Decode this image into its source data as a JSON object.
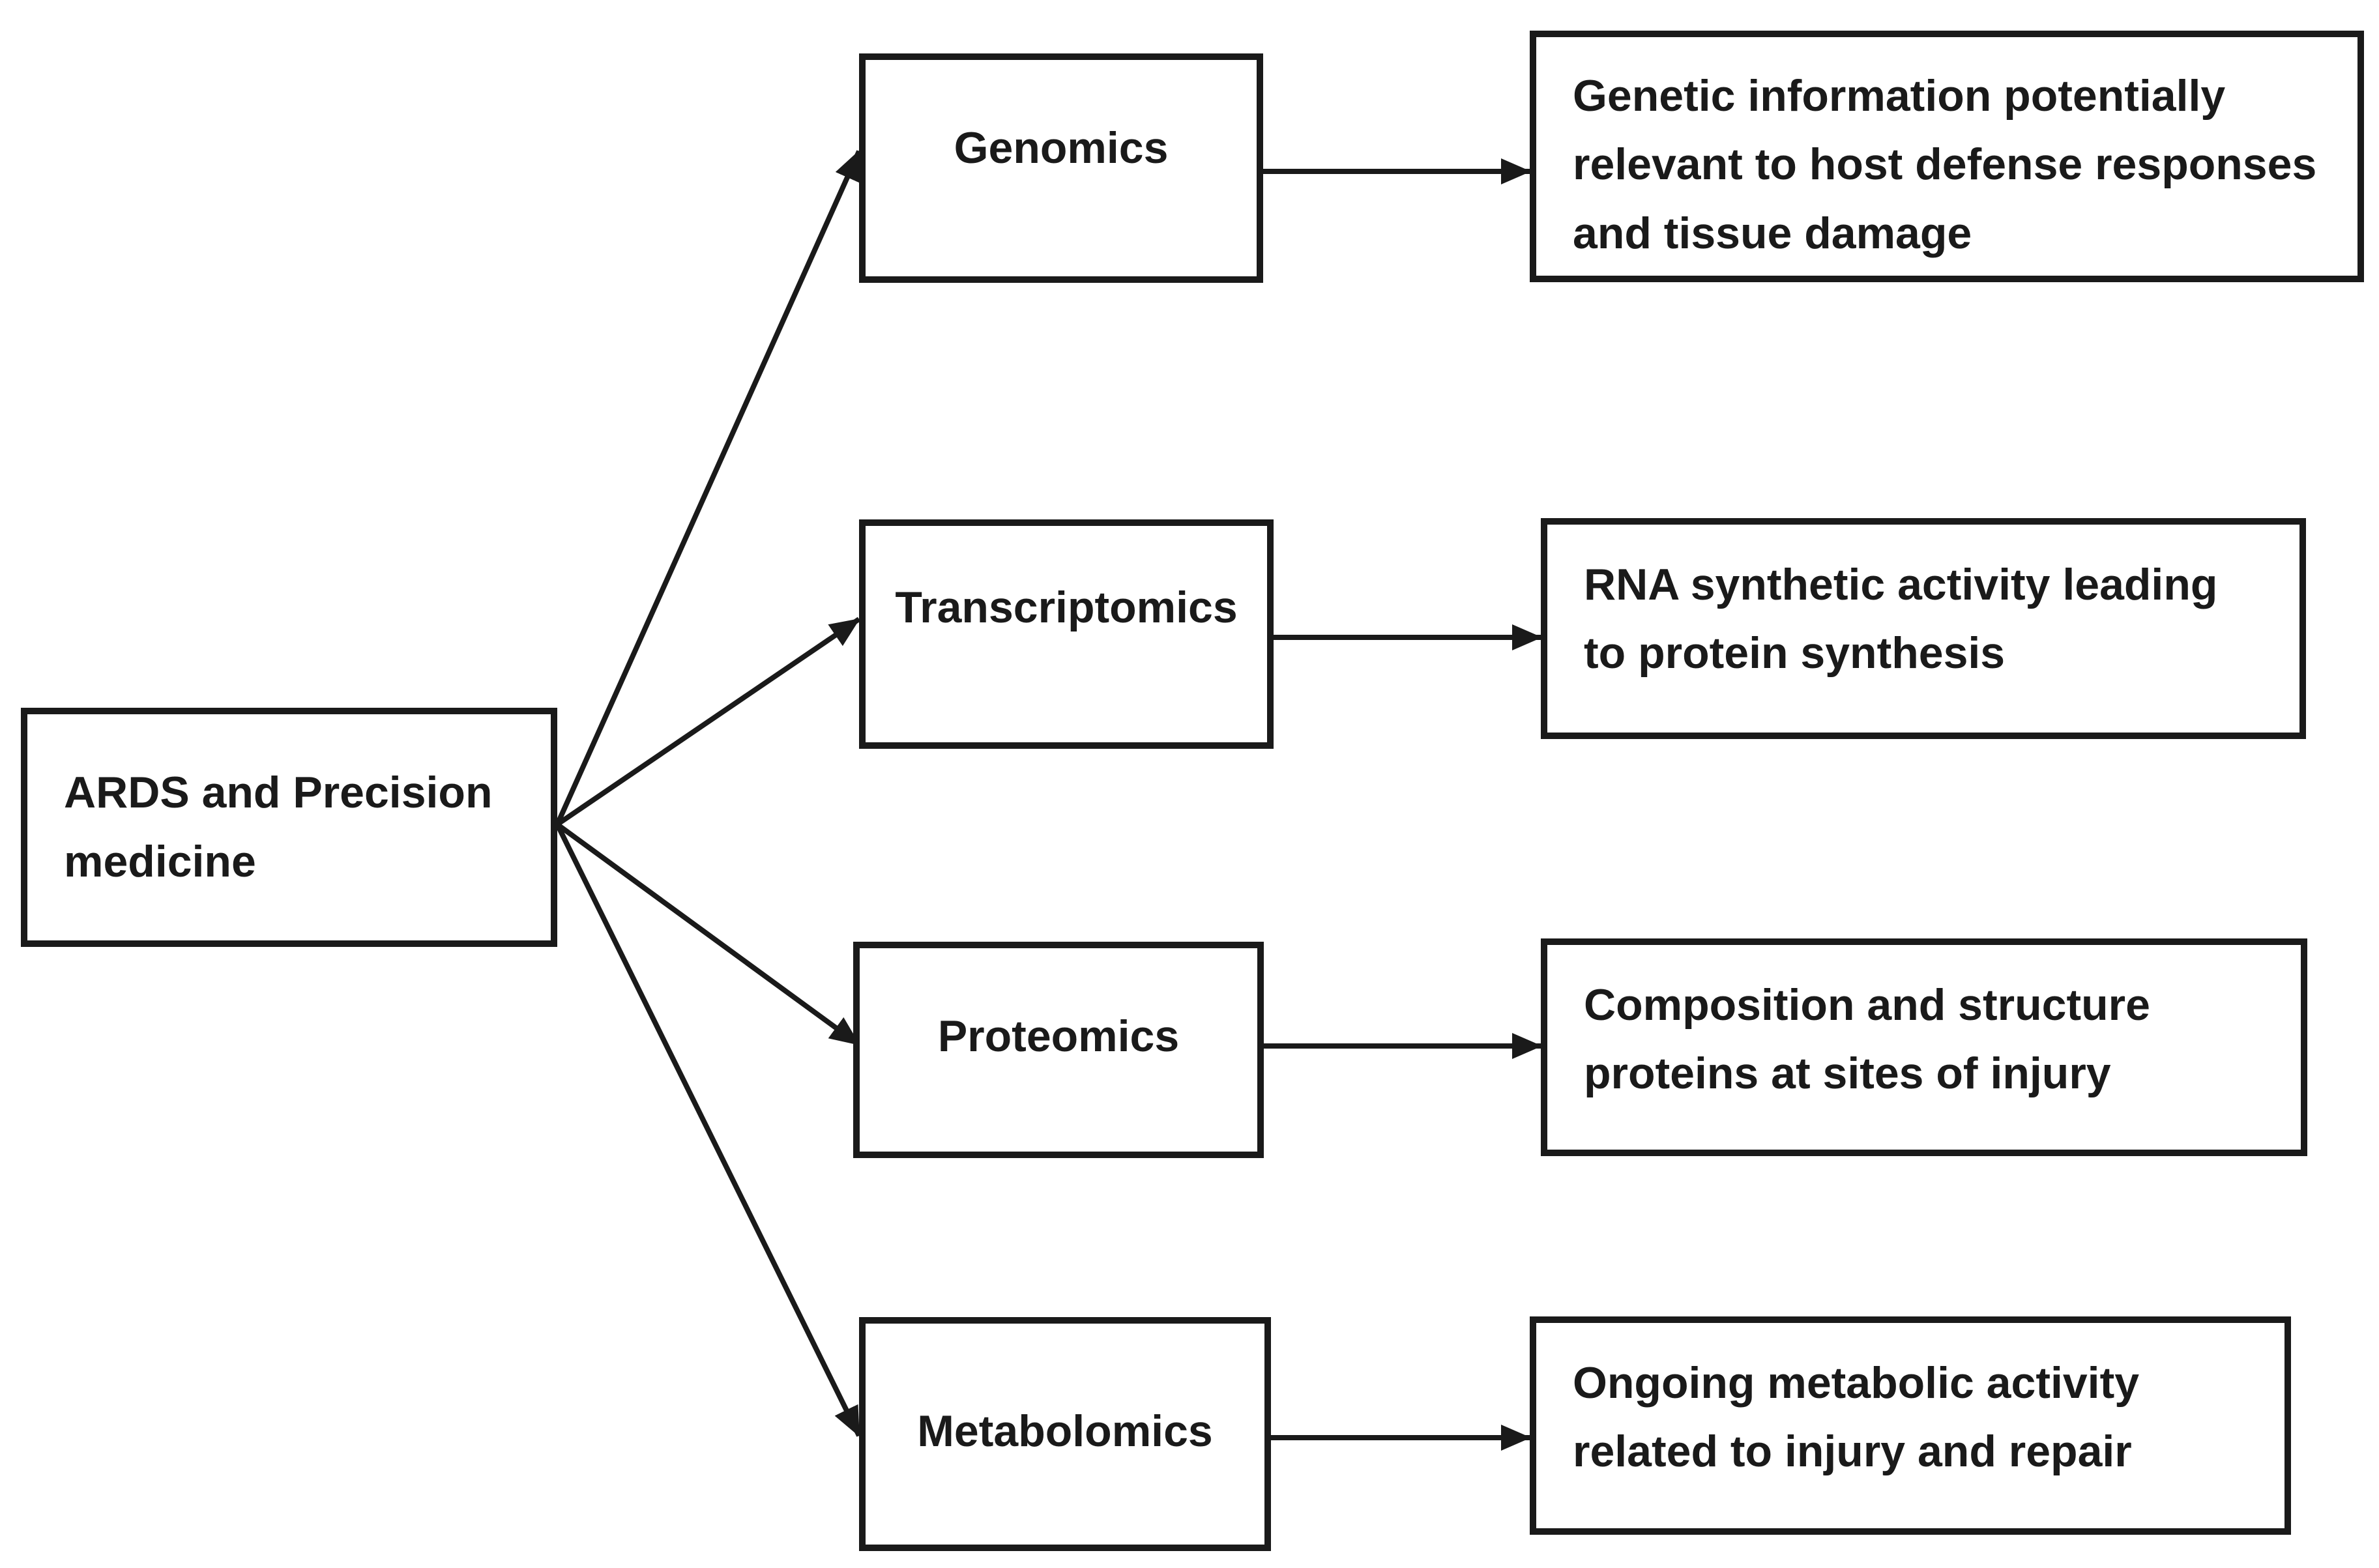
{
  "diagram": {
    "root": {
      "label": "ARDS and Precision medicine"
    },
    "branches": [
      {
        "omics": "Genomics",
        "description": "Genetic information potentially\nrelevant to host defense responses\nand tissue damage"
      },
      {
        "omics": "Transcriptomics",
        "description": "RNA synthetic activity leading\nto protein synthesis"
      },
      {
        "omics": "Proteomics",
        "description": "Composition and structure\nproteins at sites of injury"
      },
      {
        "omics": "Metabolomics",
        "description": "Ongoing metabolic activity\nrelated to injury and repair"
      }
    ]
  },
  "colors": {
    "line": "#1a1a1a",
    "background": "#ffffff"
  }
}
